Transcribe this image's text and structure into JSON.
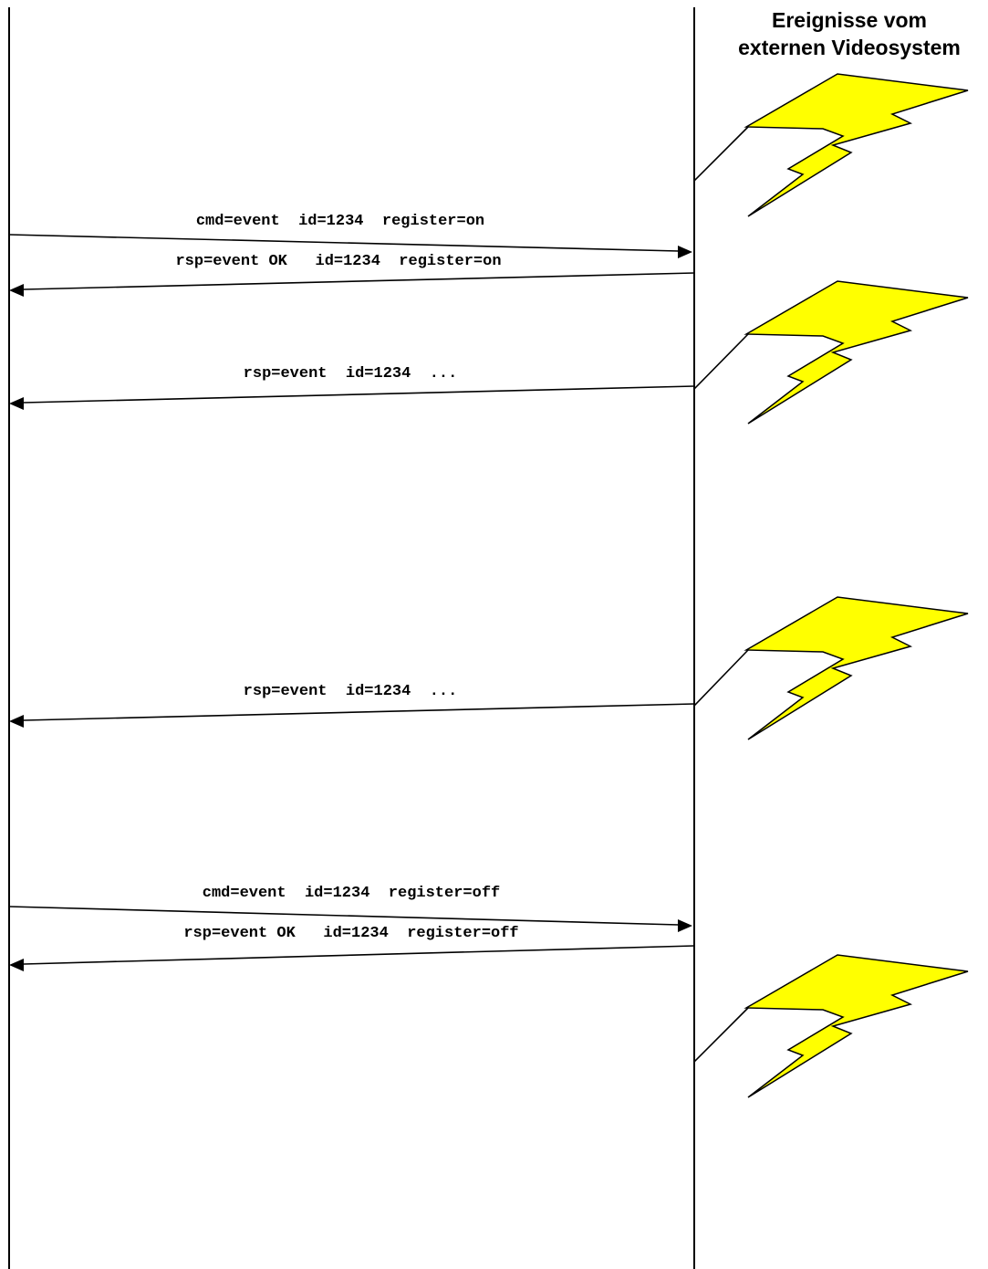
{
  "header": {
    "line1": "Ereignisse vom",
    "line2": "externen Videosystem"
  },
  "event_icon": "lightning-bolt-icon",
  "colors": {
    "bolt_fill": "#ffff00",
    "line": "#000000"
  },
  "messages": [
    {
      "label": "cmd=event  id=1234  register=on",
      "direction": "right"
    },
    {
      "label": "rsp=event OK   id=1234  register=on",
      "direction": "left"
    },
    {
      "label": "rsp=event  id=1234  ...",
      "direction": "left"
    },
    {
      "label": "rsp=event  id=1234  ...",
      "direction": "left"
    },
    {
      "label": "cmd=event  id=1234  register=off",
      "direction": "right"
    },
    {
      "label": "rsp=event OK   id=1234  register=off",
      "direction": "left"
    }
  ]
}
